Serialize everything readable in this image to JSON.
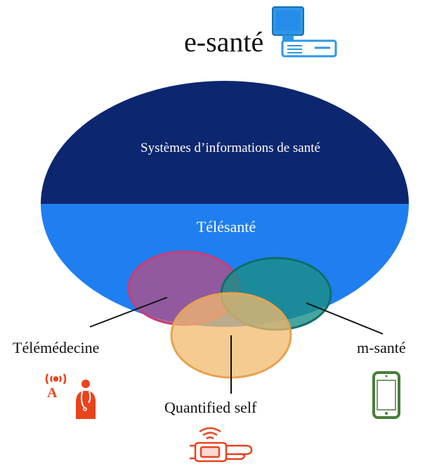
{
  "title": "e-santé",
  "regions": {
    "top": "Systèmes d’informations de santé",
    "bottom": "Télésanté"
  },
  "labels": {
    "telemedecine": "Télémédecine",
    "msante": "m-santé",
    "quantified_self": "Quantified self"
  },
  "colors": {
    "dark_navy": "#0d2670",
    "bright_blue": "#1f7ff0",
    "telemedecine_fill": "#a7548f",
    "telemedecine_stroke": "#c83d7a",
    "msante_fill": "#1a8f86",
    "msante_stroke": "#0f6e69",
    "quantified_fill": "#f3b96e",
    "quantified_stroke": "#e6a34f",
    "icon_blue": "#2d98e6",
    "icon_orange": "#e8441d",
    "icon_green": "#4a7c3a"
  },
  "icons": {
    "computer": "computer-icon",
    "doctor": "doctor-broadcast-icon",
    "phone": "smartphone-icon",
    "wearable": "wrist-sensor-icon"
  }
}
